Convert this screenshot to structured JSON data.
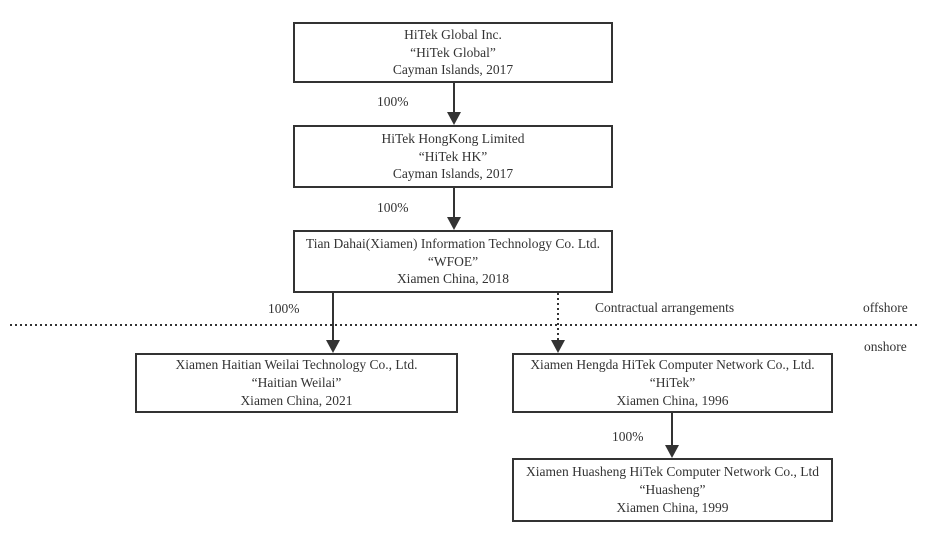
{
  "diagram": {
    "entities": [
      {
        "name": "HiTek Global Inc.",
        "short_name": "“HiTek Global”",
        "jurisdiction": "Cayman Islands, 2017"
      },
      {
        "name": "HiTek HongKong Limited",
        "short_name": "“HiTek HK”",
        "jurisdiction": "Cayman Islands, 2017"
      },
      {
        "name": "Tian Dahai(Xiamen) Information Technology Co. Ltd.",
        "short_name": "“WFOE”",
        "jurisdiction": "Xiamen China, 2018"
      },
      {
        "name": "Xiamen Haitian Weilai Technology Co., Ltd.",
        "short_name": "“Haitian Weilai”",
        "jurisdiction": "Xiamen China, 2021"
      },
      {
        "name": "Xiamen Hengda HiTek Computer Network Co., Ltd.",
        "short_name": "“HiTek”",
        "jurisdiction": "Xiamen China, 1996"
      },
      {
        "name": "Xiamen Huasheng HiTek Computer Network Co., Ltd",
        "short_name": "“Huasheng”",
        "jurisdiction": "Xiamen China, 1999"
      }
    ],
    "edge_labels": {
      "global_to_hk": "100%",
      "hk_to_wfoe": "100%",
      "wfoe_to_haitian": "100%",
      "hengda_to_huasheng": "100%",
      "contractual": "Contractual arrangements"
    },
    "region_labels": {
      "offshore": "offshore",
      "onshore": "onshore"
    },
    "colors": {
      "line": "#333333",
      "text": "#333333",
      "background": "#ffffff"
    }
  }
}
